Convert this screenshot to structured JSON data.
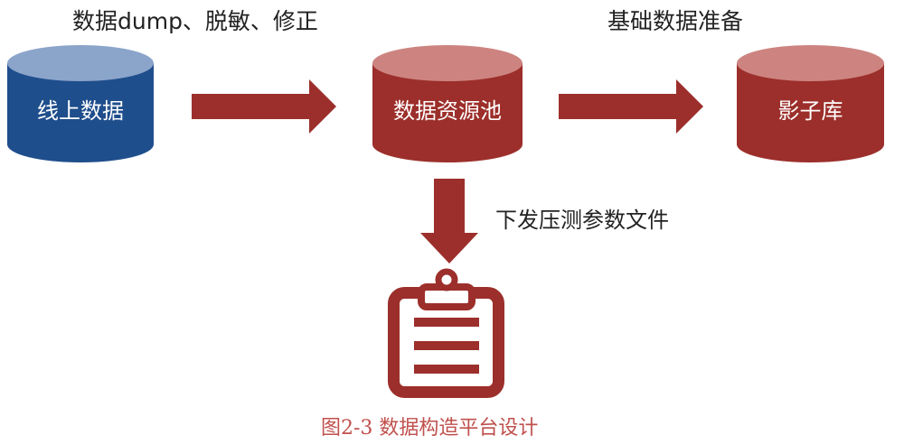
{
  "annotations": {
    "top_left": "数据dump、脱敏、修正",
    "top_right": "基础数据准备",
    "down": "下发压测参数文件"
  },
  "nodes": {
    "online": "线上数据",
    "pool": "数据资源池",
    "shadow": "影子库"
  },
  "caption": "图2-3 数据构造平台设计",
  "icons": {
    "output_file": "clipboard-icon"
  },
  "colors": {
    "blue_body": "#1f4e8c",
    "blue_top": "#8ba4ca",
    "red_body": "#9c2f2b",
    "red_top": "#cd8480",
    "arrow": "#9c2f2b",
    "caption": "#c0504d"
  }
}
